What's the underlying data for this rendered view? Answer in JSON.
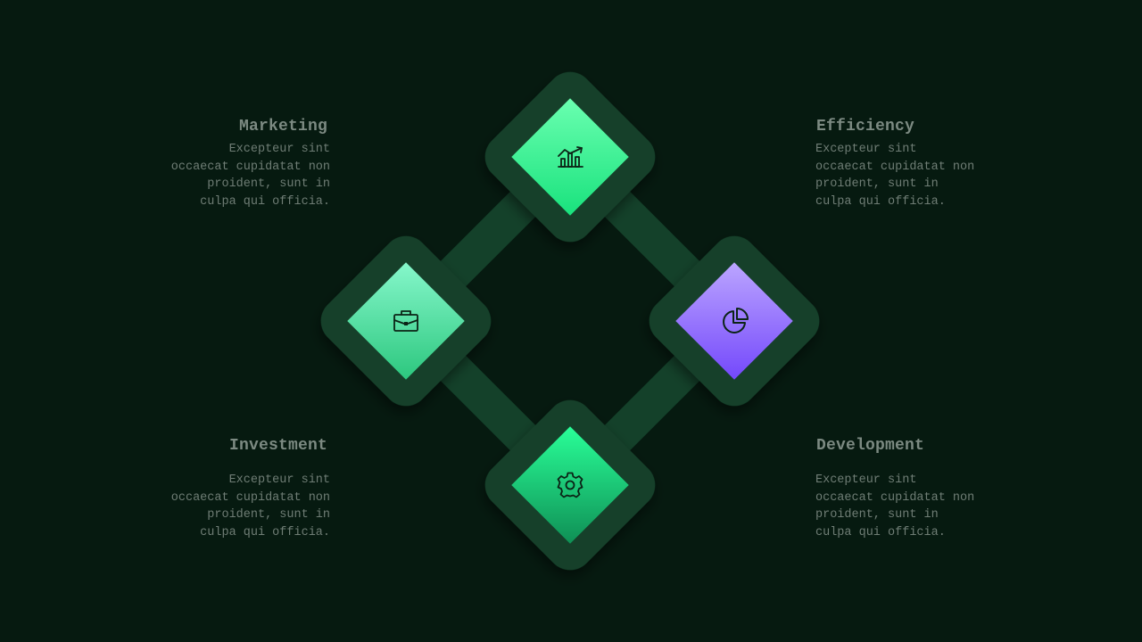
{
  "colors": {
    "background": "#061a10",
    "frame": "#14412a",
    "text_title": "#7c8a82",
    "text_body": "#6f7d75",
    "green_light": "#7fe8bd",
    "green_bright": "#22ea8a",
    "green_dark": "#12985a",
    "purple_light": "#b49cff",
    "purple_dark": "#7a4dfc",
    "icon_stroke": "#0b2416"
  },
  "nodes": [
    {
      "id": "top",
      "icon": "chart-growth-icon",
      "fill": "green"
    },
    {
      "id": "left",
      "icon": "briefcase-icon",
      "fill": "green-light"
    },
    {
      "id": "right",
      "icon": "pie-chart-icon",
      "fill": "purple"
    },
    {
      "id": "bottom",
      "icon": "gear-icon",
      "fill": "green-dark"
    }
  ],
  "blocks": {
    "marketing": {
      "title": "Marketing",
      "text": "Excepteur sint occaecat cupidatat non proident, sunt in culpa qui officia."
    },
    "efficiency": {
      "title": "Efficiency",
      "text": "Excepteur sint occaecat cupidatat non proident, sunt in culpa qui officia."
    },
    "investment": {
      "title": "Investment",
      "text": "Excepteur sint occaecat cupidatat non proident, sunt in culpa qui officia."
    },
    "development": {
      "title": "Development",
      "text": "Excepteur sint occaecat cupidatat non proident, sunt in culpa qui officia."
    }
  }
}
